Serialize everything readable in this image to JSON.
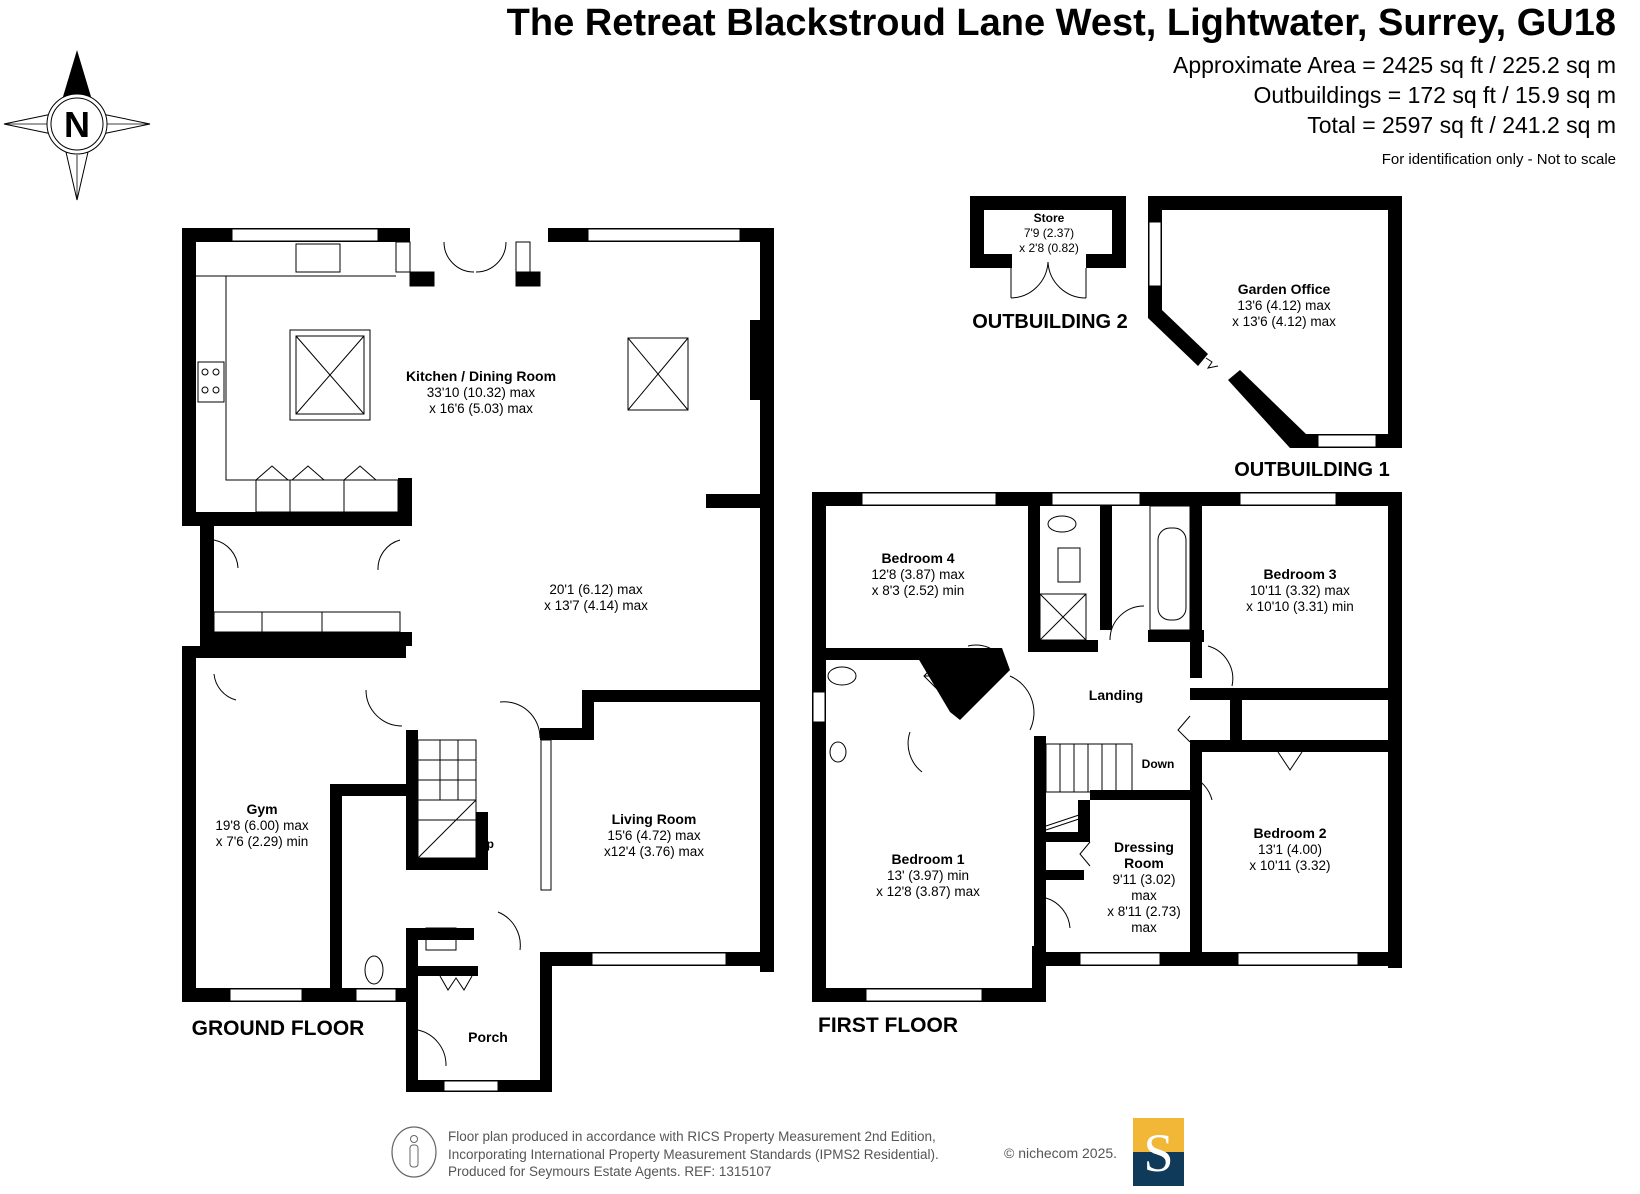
{
  "header": {
    "title": "The Retreat Blackstroud Lane West, Lightwater, Surrey, GU18",
    "approx_area": "Approximate Area = 2425 sq ft / 225.2 sq m",
    "outbuildings_area": "Outbuildings = 172 sq ft / 15.9 sq m",
    "total_area": "Total = 2597 sq ft / 241.2 sq m",
    "disclaimer": "For identification only - Not to scale"
  },
  "compass": {
    "label": "N",
    "icon": "north-arrow-compass-icon"
  },
  "ground_floor": {
    "label": "GROUND FLOOR",
    "rooms": {
      "kitchen": {
        "name": "Kitchen / Dining Room",
        "dim1": "33'10 (10.32) max",
        "dim2": "x 16'6 (5.03) max"
      },
      "dining_extension": {
        "dim1": "20'1 (6.12) max",
        "dim2": "x 13'7 (4.14) max"
      },
      "gym": {
        "name": "Gym",
        "dim1": "19'8 (6.00) max",
        "dim2": "x 7'6 (2.29) min"
      },
      "living": {
        "name": "Living Room",
        "dim1": "15'6 (4.72) max",
        "dim2": "x12'4 (3.76) max"
      },
      "porch": {
        "name": "Porch"
      },
      "stairs": {
        "label": "Up"
      }
    }
  },
  "first_floor": {
    "label": "FIRST FLOOR",
    "rooms": {
      "bedroom4": {
        "name": "Bedroom 4",
        "dim1": "12'8 (3.87) max",
        "dim2": "x 8'3 (2.52) min"
      },
      "bedroom3": {
        "name": "Bedroom 3",
        "dim1": "10'11 (3.32) max",
        "dim2": "x 10'10 (3.31) min"
      },
      "landing": {
        "name": "Landing"
      },
      "stairs": {
        "label": "Down"
      },
      "bedroom1": {
        "name": "Bedroom 1",
        "dim1": "13' (3.97) min",
        "dim2": "x 12'8 (3.87) max"
      },
      "dressing": {
        "name1": "Dressing",
        "name2": "Room",
        "dim1": "9'11 (3.02)",
        "dim2": "max",
        "dim3": "x 8'11 (2.73)",
        "dim4": "max"
      },
      "bedroom2": {
        "name": "Bedroom 2",
        "dim1": "13'1 (4.00)",
        "dim2": "x 10'11 (3.32)"
      }
    }
  },
  "outbuilding1": {
    "label": "OUTBUILDING 1",
    "room": {
      "name": "Garden Office",
      "dim1": "13'6 (4.12) max",
      "dim2": "x 13'6 (4.12) max"
    }
  },
  "outbuilding2": {
    "label": "OUTBUILDING 2",
    "room": {
      "name": "Store",
      "dim1": "7'9 (2.37)",
      "dim2": "x 2'8 (0.82)"
    }
  },
  "footer": {
    "line1": "Floor plan produced in accordance with RICS Property Measurement 2nd Edition,",
    "line2": "Incorporating International Property Measurement Standards (IPMS2 Residential).",
    "line3": "Produced for Seymours Estate Agents.   REF: 1315107",
    "copyright": "© nichecom 2025.",
    "logo_letter": "S",
    "logo_colors": {
      "top": "#f2b737",
      "bottom": "#0f3a5a"
    }
  }
}
